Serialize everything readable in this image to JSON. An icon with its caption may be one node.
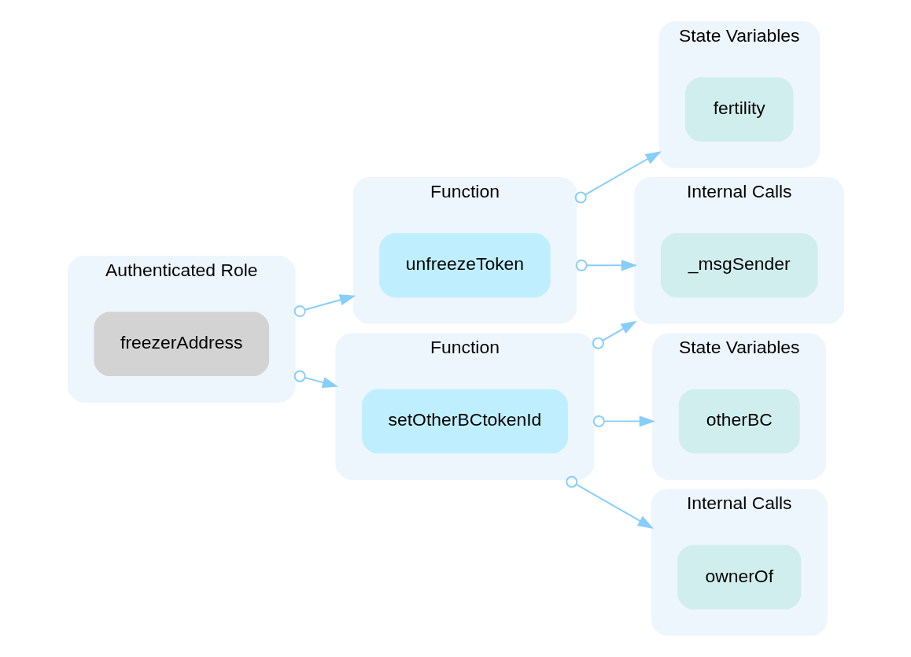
{
  "diagram": {
    "nodes": [
      {
        "text": [
          "Authenticated Role"
        ]
      },
      {
        "text": [
          "freezerAddress"
        ],
        "in": 0
      },
      {
        "text": [
          "Function"
        ]
      },
      {
        "text": [
          "unfreezeToken"
        ],
        "in": 2
      },
      {
        "text": [
          "Function"
        ]
      },
      {
        "text": [
          "setOtherBCtokenId"
        ],
        "in": 4
      },
      {
        "text": [
          "State Variables"
        ]
      },
      {
        "text": [
          "fertility"
        ],
        "in": 6
      },
      {
        "text": [
          "Internal Calls"
        ]
      },
      {
        "text": [
          "_msgSender"
        ],
        "in": 8
      },
      {
        "text": [
          "State Variables"
        ]
      },
      {
        "text": [
          "otherBC"
        ],
        "in": 10
      },
      {
        "text": [
          "Internal Calls"
        ]
      },
      {
        "text": [
          "ownerOf"
        ],
        "in": 12
      }
    ],
    "edges": [
      {
        "from": 0,
        "to": 2,
        "arrow": "to"
      },
      {
        "from": 0,
        "to": 4,
        "arrow": "to"
      },
      {
        "from": 2,
        "to": 6,
        "arrow": "to"
      },
      {
        "from": 2,
        "to": 8,
        "arrow": "to"
      },
      {
        "from": 4,
        "to": 8,
        "arrow": "to"
      },
      {
        "from": 4,
        "to": 10,
        "arrow": "to"
      },
      {
        "from": 4,
        "to": 12,
        "arrow": "to"
      }
    ]
  }
}
